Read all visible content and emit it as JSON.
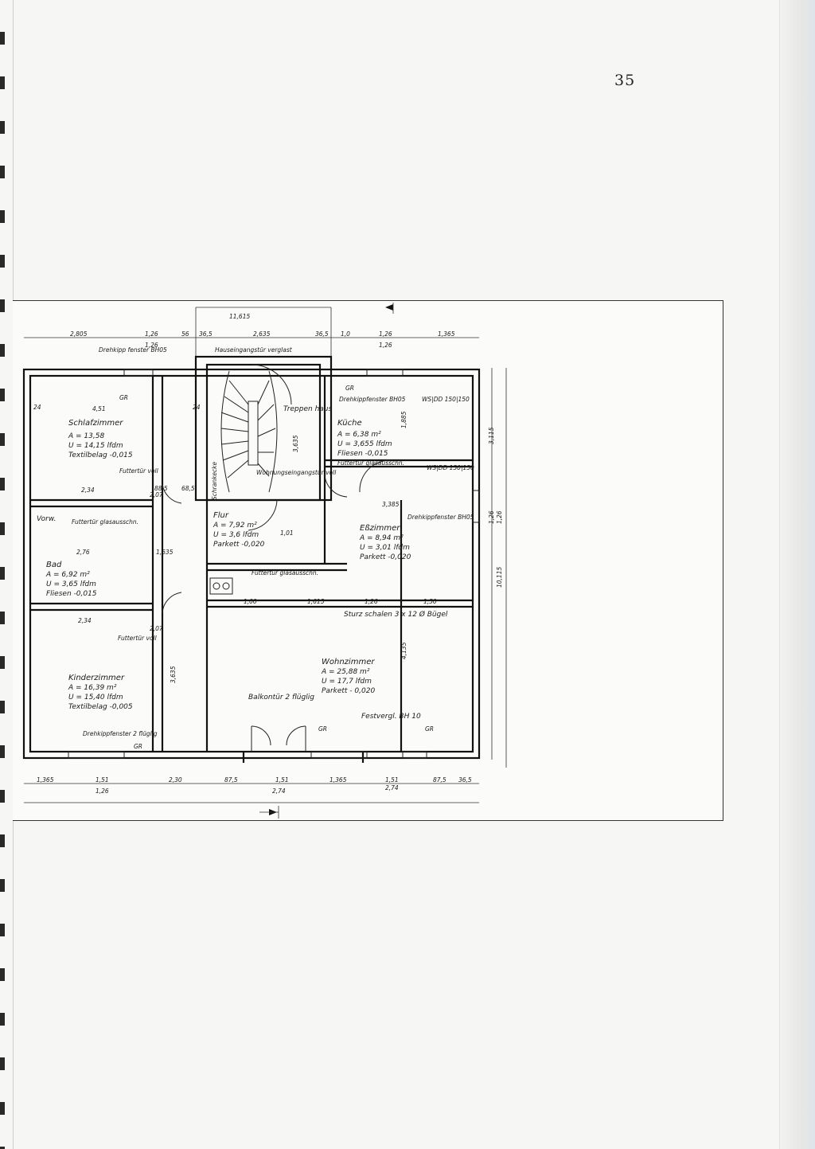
{
  "page": {
    "number": "35"
  },
  "plan": {
    "dims_top": [
      "2,805",
      "1,26",
      "56",
      "36,5",
      "2,635",
      "36,5",
      "1,0",
      "1,26",
      "1,365"
    ],
    "dims_top2": [
      "1,26",
      "1,26"
    ],
    "dim_overall_top": "11,615",
    "dims_bottom": [
      "1,365",
      "1,51",
      "2,30",
      "87,5",
      "1,51",
      "1,365",
      "1,51",
      "87,5",
      "36,5"
    ],
    "dims_bottom2": [
      "1,26",
      "2,74",
      "2,74"
    ],
    "dims_right": [
      "3,115",
      "1,26",
      "1,26",
      "10,115"
    ],
    "rooms": {
      "schlafzimmer": {
        "name": "Schlafzimmer",
        "area": "A = 13,58",
        "perimeter": "U = 14,15 lfdm",
        "floor": "Textilbelag -0,015"
      },
      "kueche": {
        "name": "Küche",
        "area": "A = 6,38 m²",
        "perimeter": "U = 3,655 lfdm",
        "floor": "Fliesen -0,015"
      },
      "flur": {
        "name": "Flur",
        "area": "A = 7,92 m²",
        "perimeter": "U = 3,6 lfdm",
        "floor": "Parkett -0,020"
      },
      "essz": {
        "name": "Eßzimmer",
        "area": "A = 8,94 m²",
        "perimeter": "U = 3,01 lfdm",
        "floor": "Parkett -0,020"
      },
      "bad": {
        "name": "Bad",
        "area": "A = 6,92 m²",
        "perimeter": "U = 3,65 lfdm",
        "floor": "Fliesen -0,015"
      },
      "kinderzimmer": {
        "name": "Kinderzimmer",
        "area": "A = 16,39 m²",
        "perimeter": "U = 15,40 lfdm",
        "floor": "Textilbelag -0,005"
      },
      "wohnzimmer": {
        "name": "Wohnzimmer",
        "area": "A = 25,88 m²",
        "perimeter": "U = 17,7 lfdm",
        "floor": "Parkett - 0,020"
      },
      "treppenhaus": {
        "name": "Treppen haus"
      },
      "vorw": {
        "name": "Vorw."
      }
    },
    "labels": {
      "drehkipp_bh05": "Drehkipp fenster BH05",
      "drehkipp_kueche": "Drehkippfenster BH05",
      "drehkipp_essz": "Drehkippfenster BH05",
      "drehkipp_kinder": "Drehkippfenster 2 flüglig",
      "hauseingang": "Hauseingangstür verglast",
      "wohnungseingang": "Wohnungseingangstür voll",
      "futter_schlaf": "Futtertür voll",
      "futter_vorw": "Futtertür glasausschn.",
      "futter_kueche": "Futtertür glasausschn.",
      "futter_flur": "Futtertür glasausschn.",
      "futter_kinder": "Futtertür voll",
      "ws_dd_1": "WS|DD 150|150",
      "ws_dd_2": "WS|DD 150|150",
      "sturz": "Sturz schalen 3 x 12 Ø Bügel",
      "balkon": "Balkontür 2 flüglig",
      "festvergl": "Festvergl. BH 10",
      "gr": "GR",
      "schrankecke": "Schrankecke",
      "dim_451": "4,51",
      "dim_234": "2,34",
      "dim_207": "2,07",
      "dim_276": "2,76",
      "dim_101": "1,01",
      "dim_1635": "1,635",
      "dim_3385": "3,385",
      "dim_1615": "1,615",
      "dim_126b": "1,26",
      "dim_150": "1,50",
      "dim_100": "1,00",
      "dim_3635": "3,635",
      "dim_4135": "4,135",
      "dim_3635b": "3,635",
      "dim_1885": "1,885",
      "dim_24": "24",
      "dim_885": "88,5",
      "dim_685": "68,5"
    }
  }
}
